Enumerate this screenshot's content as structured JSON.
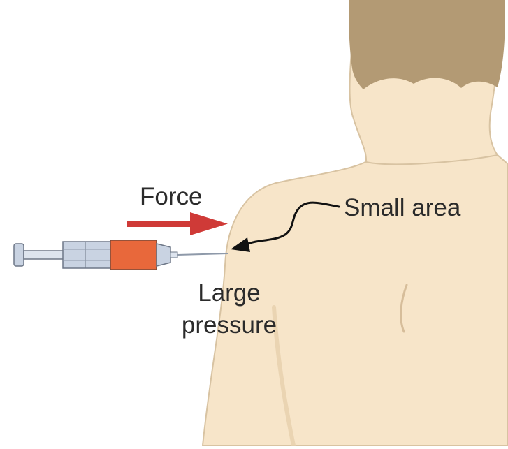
{
  "labels": {
    "force": "Force",
    "small_area": "Small area",
    "large": "Large",
    "pressure": "pressure"
  },
  "icons": {
    "person": "person-back-shoulder-icon",
    "syringe": "syringe-icon",
    "force_arrow": "right-arrow-icon",
    "pointer_arrow": "squiggle-arrow-icon"
  },
  "colors": {
    "skin": "#f7e5c9",
    "skin_shadow": "#e2c8a6",
    "hair": "#b39a74",
    "force_arrow": "#cf3a37",
    "syringe_fluid": "#e8683b",
    "syringe_barrel": "#c9d3e2",
    "outline": "#6d7787"
  }
}
